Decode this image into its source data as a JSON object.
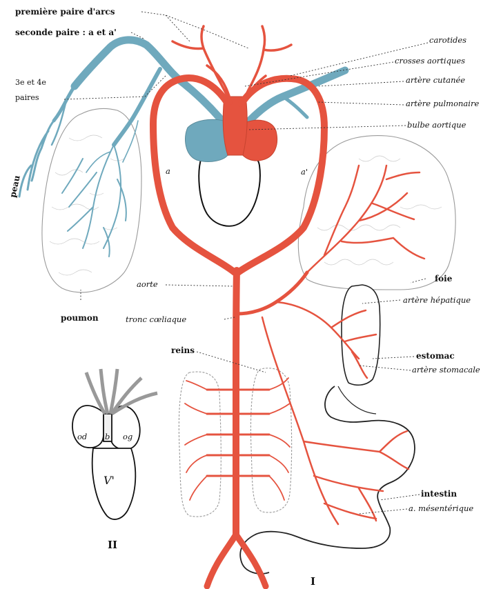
{
  "labels": {
    "premiere_paire": "première paire d'arcs",
    "seconde_paire": "seconde paire : a et a'",
    "paires_3_4_top": "3e et 4e",
    "paires_3_4_bottom": "paires",
    "peau": "peau",
    "poumon": "poumon",
    "carotides": "carotides",
    "crosses_aortiques": "crosses aortiques",
    "artere_cutanee": "artère cutanée",
    "artere_pulmonaire": "artère pulmonaire",
    "bulbe_aortique": "bulbe aortique",
    "a_left": "a",
    "a_right": "a'",
    "foie": "foie",
    "artere_hepatique": "artère hépatique",
    "aorte": "aorte",
    "tronc_coeliaque": "tronc cœliaque",
    "reins": "reins",
    "estomac": "estomac",
    "artere_stomacale": "artère stomacale",
    "intestin": "intestin",
    "a_mesenterique": "a. mésentérique",
    "od": "od",
    "b": "b",
    "og": "og",
    "v": "V'",
    "fig2": "II",
    "fig1": "I"
  },
  "colors": {
    "artery_red": "#e5533f",
    "vein_blue": "#6fa9bd",
    "outline": "#111111"
  }
}
